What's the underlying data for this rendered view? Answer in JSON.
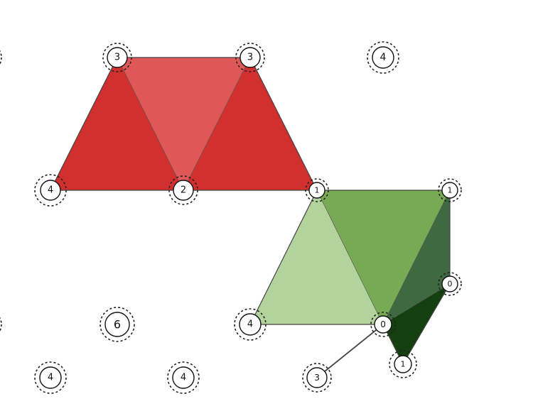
{
  "board": {
    "pieces": [
      {
        "id": "red-left",
        "color": "#d22f2f"
      },
      {
        "id": "red-center",
        "color": "#e05757"
      },
      {
        "id": "red-right",
        "color": "#d22f2f"
      },
      {
        "id": "green-left",
        "color": "#b3d39c"
      },
      {
        "id": "green-center",
        "color": "#78aa55"
      },
      {
        "id": "green-right",
        "color": "#3f6a41"
      },
      {
        "id": "green-tip",
        "color": "#143f0f"
      }
    ],
    "nodes": [
      {
        "id": "n-3a",
        "value": "3"
      },
      {
        "id": "n-3b",
        "value": "3"
      },
      {
        "id": "n-4-top-right",
        "value": "4"
      },
      {
        "id": "n-edge-left-top",
        "value": ""
      },
      {
        "id": "n-4-mid-left",
        "value": "4"
      },
      {
        "id": "n-2",
        "value": "2"
      },
      {
        "id": "n-1-center",
        "value": "1"
      },
      {
        "id": "n-1-right",
        "value": "1"
      },
      {
        "id": "n-0-right",
        "value": "0"
      },
      {
        "id": "n-edge-left-bottom",
        "value": ""
      },
      {
        "id": "n-6",
        "value": "6"
      },
      {
        "id": "n-4-center",
        "value": "4"
      },
      {
        "id": "n-0-center",
        "value": "0"
      },
      {
        "id": "n-1-bottom",
        "value": "1"
      },
      {
        "id": "n-4-bottom-left",
        "value": "4"
      },
      {
        "id": "n-4-bottom-mid",
        "value": "4"
      },
      {
        "id": "n-3-bottom",
        "value": "3"
      }
    ]
  }
}
